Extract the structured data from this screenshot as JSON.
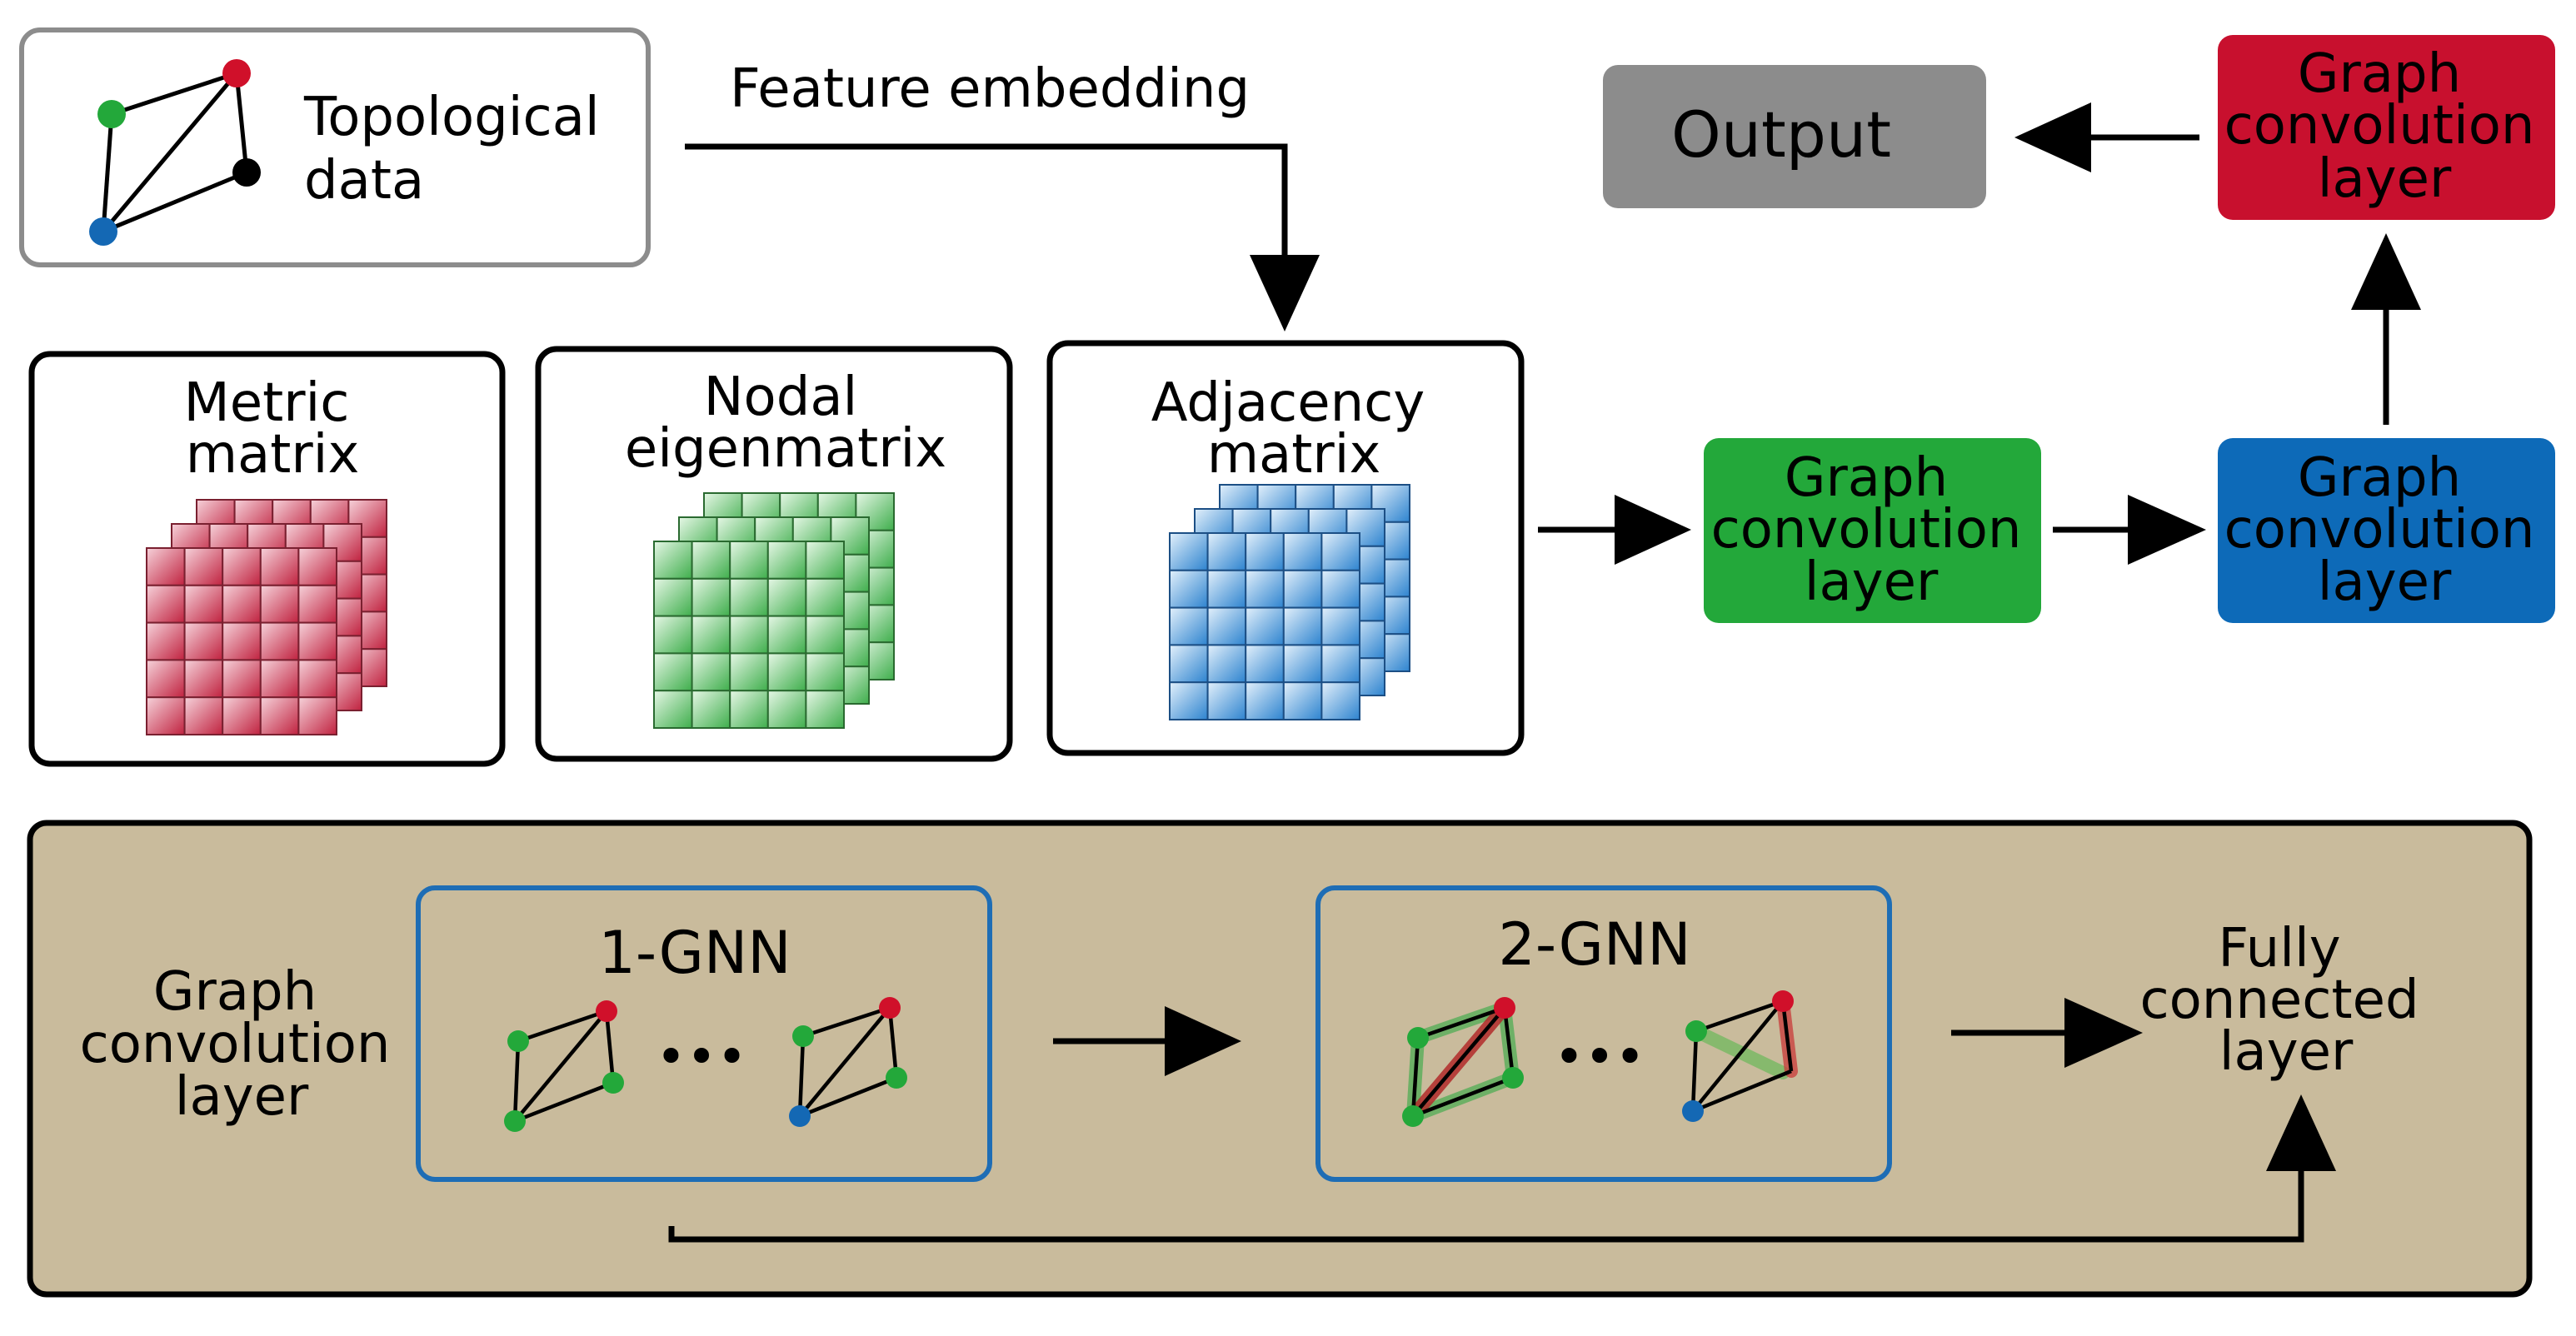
{
  "topological": {
    "line1": "Topological",
    "line2": "data"
  },
  "feature_embedding": "Feature embedding",
  "matrices": {
    "metric": {
      "line1": "Metric",
      "line2": "matrix"
    },
    "nodal": {
      "line1": "Nodal",
      "line2": "eigenmatrix"
    },
    "adjacency": {
      "line1": "Adjacency",
      "line2": "matrix"
    }
  },
  "gc_layers": {
    "green": {
      "line1": "Graph",
      "line2": "convolution",
      "line3": "layer"
    },
    "blue": {
      "line1": "Graph",
      "line2": "convolution",
      "line3": "layer"
    },
    "red": {
      "line1": "Graph",
      "line2": "convolution",
      "line3": "layer"
    }
  },
  "output": "Output",
  "bottom_panel": {
    "side_label": {
      "line1": "Graph",
      "line2": "convolution",
      "line3": "layer"
    },
    "gnn1_title": "1-GNN",
    "gnn2_title": "2-GNN",
    "ellipsis": "•••",
    "fully_connected": {
      "line1": "Fully",
      "line2": "connected",
      "line3": "layer"
    }
  },
  "colors": {
    "green_layer": "#23a83a",
    "blue_layer": "#0d6ab8",
    "red_layer": "#c8102e",
    "output_gray": "#8c8c8c",
    "panel_tan": "#c9bb9c",
    "gnn_border": "#1e6db5",
    "node_green": "#23a83a",
    "node_red": "#d0102a",
    "node_blue": "#1468b4",
    "node_black": "#000000"
  }
}
